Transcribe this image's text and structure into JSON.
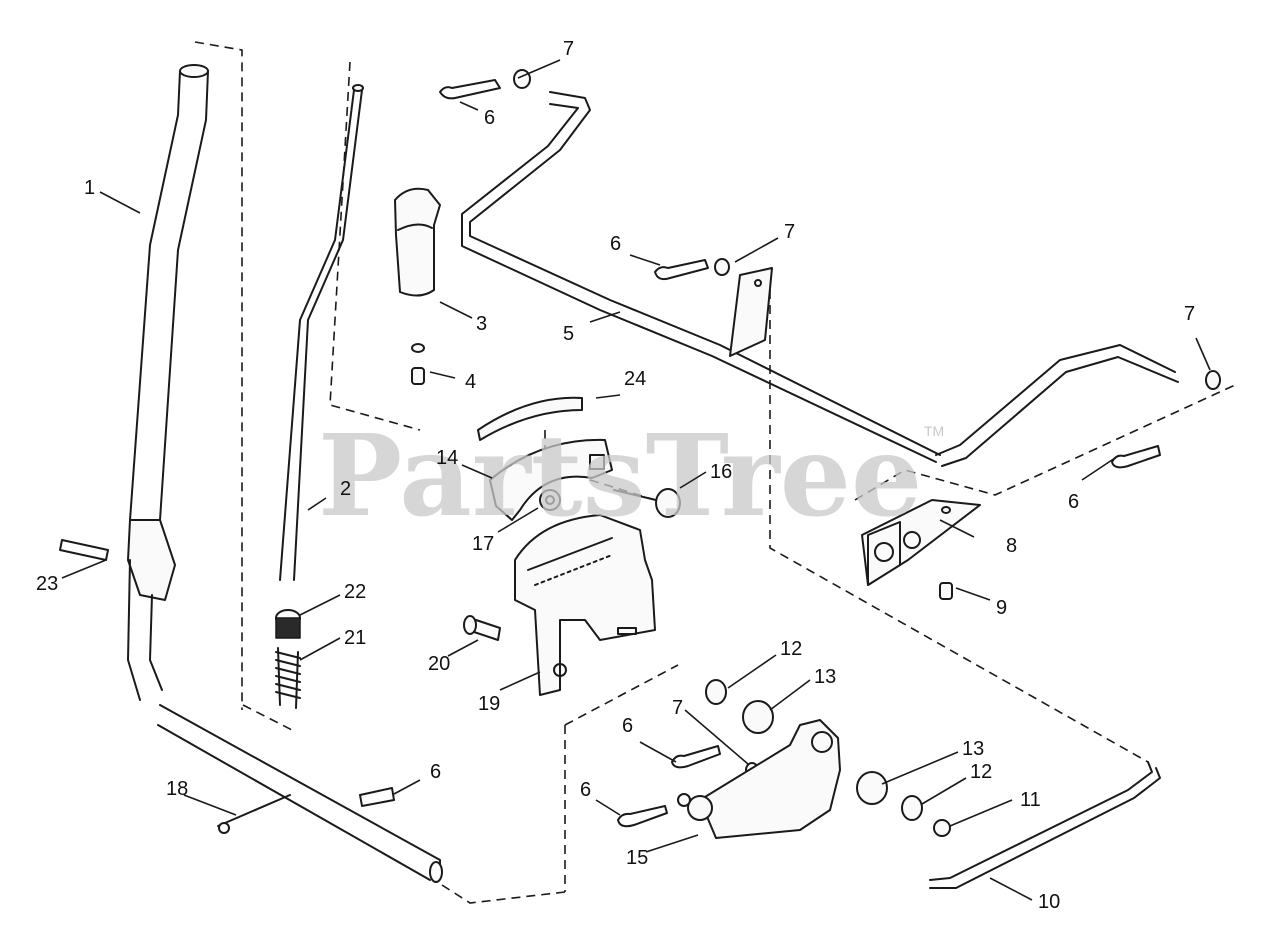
{
  "watermark": {
    "text": "PartsTree",
    "trademark": "TM"
  },
  "callouts": {
    "c1": "1",
    "c2": "2",
    "c3": "3",
    "c4": "4",
    "c5": "5",
    "c6a": "6",
    "c6b": "6",
    "c6c": "6",
    "c6d": "6",
    "c6e": "6",
    "c6f": "6",
    "c7a": "7",
    "c7b": "7",
    "c7c": "7",
    "c7d": "7",
    "c8": "8",
    "c9": "9",
    "c10": "10",
    "c11": "11",
    "c12a": "12",
    "c12b": "12",
    "c13a": "13",
    "c13b": "13",
    "c14": "14",
    "c15": "15",
    "c16": "16",
    "c17": "17",
    "c18": "18",
    "c19": "19",
    "c20": "20",
    "c21": "21",
    "c22": "22",
    "c23": "23",
    "c24": "24"
  }
}
